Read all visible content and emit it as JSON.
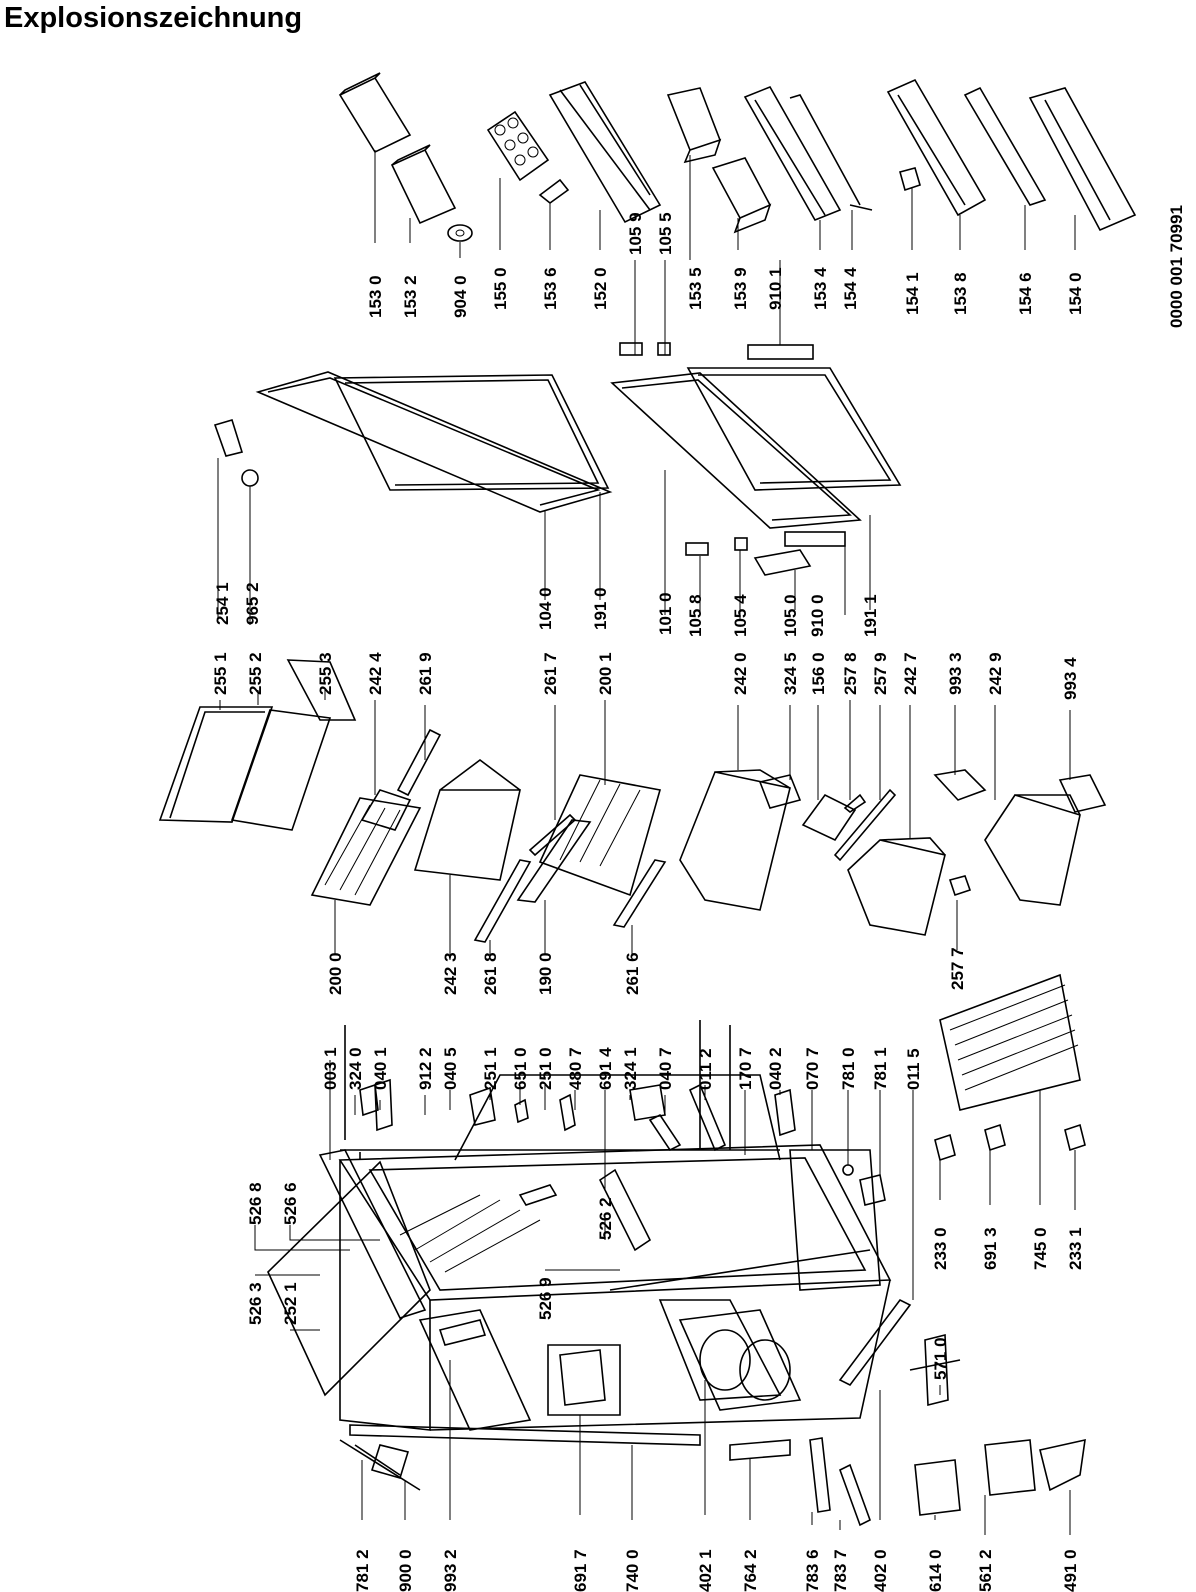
{
  "title": "Explosionszeichnung",
  "drawing_number": "0000 001 70991",
  "colors": {
    "ink": "#000000",
    "background": "#ffffff"
  },
  "labels": [
    "153 0",
    "153 2",
    "904 0",
    "155 0",
    "153 6",
    "152 0",
    "105 9",
    "105 5",
    "153 5",
    "153 9",
    "910 1",
    "153 4",
    "154 4",
    "154 1",
    "153 8",
    "154 6",
    "154 0",
    "254 1",
    "965 2",
    "104 0",
    "191 0",
    "101 0",
    "105 8",
    "105 4",
    "105 0",
    "910 0",
    "191 1",
    "255 1",
    "255 2",
    "255 3",
    "242 4",
    "261 9",
    "261 7",
    "200 1",
    "242 0",
    "324 5",
    "156 0",
    "257 8",
    "257 9",
    "242 7",
    "993 3",
    "242 9",
    "993 4",
    "200 0",
    "242 3",
    "261 8",
    "190 0",
    "261 6",
    "257 7",
    "003 1",
    "324 0",
    "040 1",
    "912 2",
    "040 5",
    "251 1",
    "651 0",
    "251 0",
    "480 7",
    "691 4",
    "324 1",
    "040 7",
    "011 2",
    "170 7",
    "040 2",
    "070 7",
    "781 0",
    "781 1",
    "011 5",
    "233 0",
    "691 3",
    "745 0",
    "233 1",
    "526 8",
    "526 6",
    "526 3",
    "252 1",
    "526 2",
    "526 9",
    "571 0",
    "781 2",
    "900 0",
    "993 2",
    "691 7",
    "740 0",
    "402 1",
    "764 2",
    "783 6",
    "783 7",
    "402 0",
    "614 0",
    "561 2",
    "491 0"
  ]
}
